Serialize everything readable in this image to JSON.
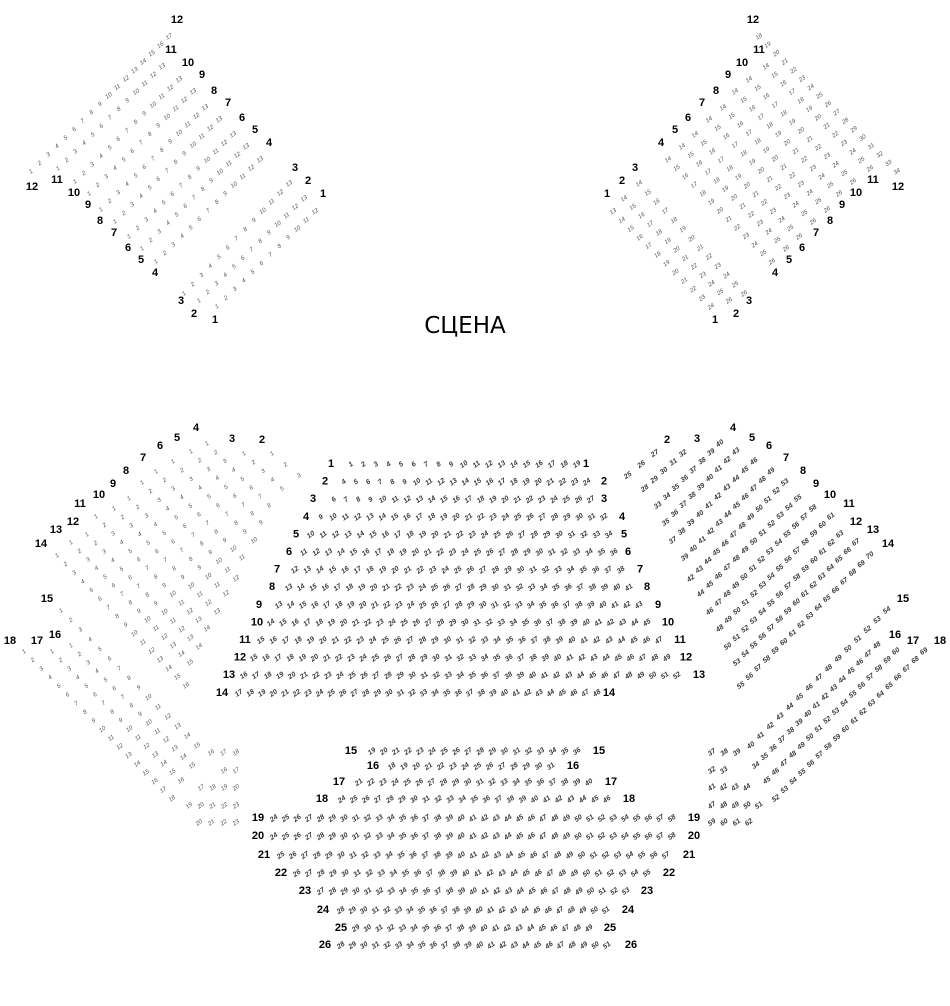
{
  "stage_label": "СЦЕНА",
  "sections": [
    {
      "id": "balcony-left",
      "rows": [
        {
          "row": "1",
          "from": 1,
          "to": 12
        },
        {
          "row": "2",
          "from": 1,
          "to": 13
        },
        {
          "row": "3",
          "from": 1,
          "to": 13
        },
        {
          "row": "4",
          "from": 1,
          "to": 13
        },
        {
          "row": "5",
          "from": 1,
          "to": 13
        },
        {
          "row": "6",
          "from": 1,
          "to": 13
        },
        {
          "row": "7",
          "from": 1,
          "to": 13
        },
        {
          "row": "8",
          "from": 1,
          "to": 13
        },
        {
          "row": "9",
          "from": 1,
          "to": 13
        },
        {
          "row": "10",
          "from": 1,
          "to": 13
        },
        {
          "row": "11",
          "from": 1,
          "to": 13
        },
        {
          "row": "12",
          "from": 1,
          "to": 17
        }
      ]
    },
    {
      "id": "balcony-right",
      "rows": [
        {
          "row": "1",
          "from": 13,
          "to": 24
        },
        {
          "row": "2",
          "from": 14,
          "to": 26
        },
        {
          "row": "3",
          "from": 14,
          "to": 26
        },
        {
          "row": "4",
          "from": 14,
          "to": 26
        },
        {
          "row": "5",
          "from": 14,
          "to": 26
        },
        {
          "row": "6",
          "from": 14,
          "to": 26
        },
        {
          "row": "7",
          "from": 14,
          "to": 26
        },
        {
          "row": "8",
          "from": 14,
          "to": 26
        },
        {
          "row": "9",
          "from": 14,
          "to": 26
        },
        {
          "row": "10",
          "from": 14,
          "to": 26
        },
        {
          "row": "11",
          "from": 14,
          "to": 26
        },
        {
          "row": "12",
          "from": 18,
          "to": 34
        }
      ]
    },
    {
      "id": "parterre-left",
      "rows": [
        {
          "row": "2",
          "from": 1,
          "to": 3
        },
        {
          "row": "3",
          "from": 1,
          "to": 5
        },
        {
          "row": "4",
          "from": 1,
          "to": 8
        },
        {
          "row": "5",
          "from": 1,
          "to": 9
        },
        {
          "row": "6",
          "from": 1,
          "to": 10
        },
        {
          "row": "7",
          "from": 1,
          "to": 11
        },
        {
          "row": "8",
          "from": 1,
          "to": 12
        },
        {
          "row": "9",
          "from": 1,
          "to": 12
        },
        {
          "row": "10",
          "from": 1,
          "to": 13
        },
        {
          "row": "11",
          "from": 1,
          "to": 14
        },
        {
          "row": "12",
          "from": 1,
          "to": 14
        },
        {
          "row": "13",
          "from": 1,
          "to": 15
        },
        {
          "row": "14",
          "from": 1,
          "to": 16
        }
      ]
    },
    {
      "id": "parterre-center",
      "rows": [
        {
          "row": "1",
          "from": 1,
          "to": 19
        },
        {
          "row": "2",
          "from": 4,
          "to": 24
        },
        {
          "row": "3",
          "from": 6,
          "to": 27
        },
        {
          "row": "4",
          "from": 9,
          "to": 32
        },
        {
          "row": "5",
          "from": 10,
          "to": 34
        },
        {
          "row": "6",
          "from": 11,
          "to": 36
        },
        {
          "row": "7",
          "from": 12,
          "to": 38
        },
        {
          "row": "8",
          "from": 13,
          "to": 41
        },
        {
          "row": "9",
          "from": 13,
          "to": 43
        },
        {
          "row": "10",
          "from": 14,
          "to": 45
        },
        {
          "row": "11",
          "from": 15,
          "to": 47
        },
        {
          "row": "12",
          "from": 15,
          "to": 49
        },
        {
          "row": "13",
          "from": 16,
          "to": 52
        },
        {
          "row": "14",
          "from": 17,
          "to": 48
        }
      ]
    },
    {
      "id": "parterre-right",
      "rows": [
        {
          "row": "2",
          "from": 25,
          "to": 27
        },
        {
          "row": "3",
          "from": 28,
          "to": 32
        },
        {
          "row": "4",
          "from": 33,
          "to": 40
        },
        {
          "row": "5",
          "from": 35,
          "to": 43
        },
        {
          "row": "6",
          "from": 37,
          "to": 46
        },
        {
          "row": "7",
          "from": 39,
          "to": 49
        },
        {
          "row": "8",
          "from": 42,
          "to": 53
        },
        {
          "row": "9",
          "from": 44,
          "to": 55
        },
        {
          "row": "10",
          "from": 46,
          "to": 58
        },
        {
          "row": "11",
          "from": 48,
          "to": 61
        },
        {
          "row": "12",
          "from": 50,
          "to": 63
        },
        {
          "row": "13",
          "from": 53,
          "to": 67
        },
        {
          "row": "14",
          "from": 55,
          "to": 70
        }
      ]
    },
    {
      "id": "amphi-left",
      "rows": [
        {
          "row": "15",
          "from": 1,
          "to": 15
        },
        {
          "row": "15",
          "from": 16,
          "to": 18
        },
        {
          "row": "16",
          "from": 1,
          "to": 15
        },
        {
          "row": "16",
          "from": 16,
          "to": 17
        },
        {
          "row": "17",
          "from": 1,
          "to": 16
        },
        {
          "row": "17",
          "from": 17,
          "to": 20
        },
        {
          "row": "18",
          "from": 1,
          "to": 18
        },
        {
          "row": "18",
          "from": 19,
          "to": 23
        },
        {
          "row": "19",
          "from": 20,
          "to": 23
        }
      ]
    },
    {
      "id": "amphi-center",
      "rows": [
        {
          "row": "15",
          "from": 19,
          "to": 36
        },
        {
          "row": "16",
          "from": 18,
          "to": 31
        },
        {
          "row": "17",
          "from": 21,
          "to": 40
        },
        {
          "row": "18",
          "from": 24,
          "to": 46
        },
        {
          "row": "19",
          "from": 24,
          "to": 58
        },
        {
          "row": "20",
          "from": 24,
          "to": 58
        },
        {
          "row": "21",
          "from": 25,
          "to": 57
        },
        {
          "row": "22",
          "from": 26,
          "to": 55
        },
        {
          "row": "23",
          "from": 27,
          "to": 53
        },
        {
          "row": "24",
          "from": 28,
          "to": 51
        },
        {
          "row": "25",
          "from": 29,
          "to": 49
        },
        {
          "row": "26",
          "from": 28,
          "to": 51
        }
      ]
    },
    {
      "id": "amphi-right",
      "rows": [
        {
          "row": "15",
          "from": 40,
          "to": 54
        },
        {
          "row": "15",
          "from": 37,
          "to": 39
        },
        {
          "row": "16",
          "from": 34,
          "to": 48
        },
        {
          "row": "16",
          "from": 32,
          "to": 33
        },
        {
          "row": "17",
          "from": 45,
          "to": 60
        },
        {
          "row": "17",
          "from": 41,
          "to": 44
        },
        {
          "row": "18",
          "from": 52,
          "to": 69
        },
        {
          "row": "18",
          "from": 47,
          "to": 51
        },
        {
          "row": "19",
          "from": 59,
          "to": 62
        }
      ]
    }
  ]
}
